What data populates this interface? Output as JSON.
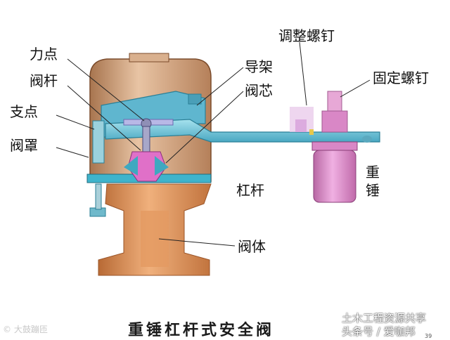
{
  "labels": {
    "lidian": "力点",
    "fagan": "阀杆",
    "zhidian": "支点",
    "fazhao": "阀罩",
    "daojia": "导架",
    "faxin": "阀芯",
    "tiaozheng_luoding": "调整螺钉",
    "guding_luoding": "固定螺钉",
    "zhongchui": "重\n锤",
    "zhonggan": "杠杆",
    "fati": "阀体"
  },
  "caption": "重锤杠杆式安全阀",
  "watermark_left": "© 大鼓蹦匝",
  "watermark_right": "土木工程资源共享\n头条号 / 爱咖邦",
  "page_number": "39",
  "colors": {
    "housing": "#c99a78",
    "body": "#d88c55",
    "lever": "#6ec5d8",
    "guide": "#5fb6cf",
    "weight": "#d987c6",
    "core": "#e070c8"
  }
}
